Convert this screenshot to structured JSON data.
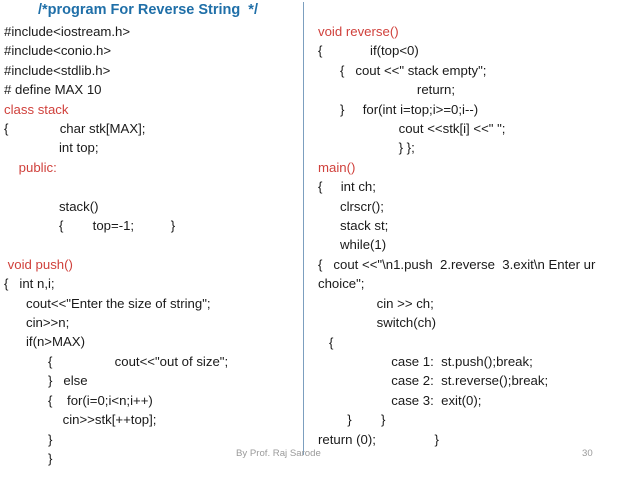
{
  "slide": {
    "title": "/*program For Reverse String  */",
    "title_color": "#1F6FA8",
    "keyword_color": "#D0413C",
    "divider_color": "#7C9FBF",
    "background_color": "#FFFFFF"
  },
  "left_column": {
    "lines": [
      {
        "text": "#include<iostream.h>",
        "style": "plain"
      },
      {
        "text": "#include<conio.h>",
        "style": "plain"
      },
      {
        "text": "#include<stdlib.h>",
        "style": "plain"
      },
      {
        "text": "# define MAX 10",
        "style": "plain"
      },
      {
        "text": "class stack",
        "style": "keyword"
      },
      {
        "text": "{              char stk[MAX];",
        "style": "plain"
      },
      {
        "text": "               int top;",
        "style": "plain"
      },
      {
        "text": "    public:",
        "style": "keyword"
      },
      {
        "text": "",
        "style": "blank"
      },
      {
        "text": "               stack()",
        "style": "plain"
      },
      {
        "text": "               {        top=-1;          }",
        "style": "plain"
      },
      {
        "text": "",
        "style": "blank"
      },
      {
        "text": " void push()",
        "style": "keyword"
      },
      {
        "text": "{   int n,i;",
        "style": "plain"
      },
      {
        "text": "      cout<<\"Enter the size of string\";",
        "style": "plain"
      },
      {
        "text": "      cin>>n;",
        "style": "plain"
      },
      {
        "text": "      if(n>MAX)",
        "style": "plain"
      },
      {
        "text": "            {                 cout<<\"out of size\";",
        "style": "plain"
      },
      {
        "text": "            }   else",
        "style": "plain"
      },
      {
        "text": "            {    for(i=0;i<n;i++)",
        "style": "plain"
      },
      {
        "text": "                cin>>stk[++top];",
        "style": "plain"
      },
      {
        "text": "            }",
        "style": "plain"
      },
      {
        "text": "            }",
        "style": "plain"
      }
    ]
  },
  "right_column": {
    "lines": [
      {
        "text": "void reverse()",
        "style": "keyword"
      },
      {
        "text": "{             if(top<0)",
        "style": "plain"
      },
      {
        "text": "      {   cout <<\" stack empty\";",
        "style": "plain"
      },
      {
        "text": "                           return;",
        "style": "plain"
      },
      {
        "text": "      }     for(int i=top;i>=0;i--)",
        "style": "plain"
      },
      {
        "text": "                      cout <<stk[i] <<\" \";",
        "style": "plain"
      },
      {
        "text": "                      } };",
        "style": "plain"
      },
      {
        "text": "main()",
        "style": "keyword"
      },
      {
        "text": "{     int ch;",
        "style": "plain"
      },
      {
        "text": "      clrscr();",
        "style": "plain"
      },
      {
        "text": "      stack st;",
        "style": "plain"
      },
      {
        "text": "      while(1)",
        "style": "plain"
      },
      {
        "text": "{   cout <<\"\\n1.push  2.reverse  3.exit\\n Enter ur choice\";",
        "style": "wrap"
      },
      {
        "text": "                cin >> ch;",
        "style": "plain"
      },
      {
        "text": "                switch(ch)",
        "style": "plain"
      },
      {
        "text": "   {",
        "style": "plain"
      },
      {
        "text": "                    case 1:  st.push();break;",
        "style": "plain"
      },
      {
        "text": "                    case 2:  st.reverse();break;",
        "style": "plain"
      },
      {
        "text": "                    case 3:  exit(0);",
        "style": "plain"
      },
      {
        "text": "        }        }",
        "style": "plain"
      },
      {
        "text": "return (0);                }",
        "style": "plain"
      }
    ]
  },
  "footer": {
    "author": "By Prof. Raj Sarode",
    "page_number": "30"
  }
}
